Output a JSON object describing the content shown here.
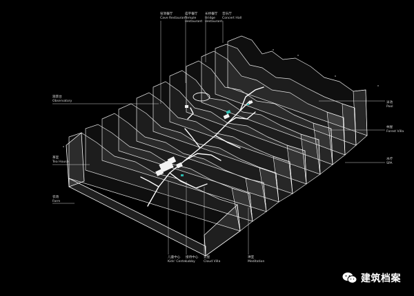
{
  "labels": {
    "cave_restaurant": {
      "zh": "窑洞餐厅",
      "en": "Cave Restaurant"
    },
    "temple_restaurant": {
      "zh": "庙宇餐厅",
      "en1": "Temple",
      "en2": "Restaurant"
    },
    "bridge_restaurant": {
      "zh": "长桥餐厅",
      "en1": "Bridge",
      "en2": "Restaurant"
    },
    "concert_hall": {
      "zh": "音乐厅",
      "en": "Concert Hall"
    },
    "observatory": {
      "zh": "观景台",
      "en": "Observatory"
    },
    "tea_house": {
      "zh": "茶室",
      "en": "Tea House"
    },
    "farm": {
      "zh": "农场",
      "en": "Farm"
    },
    "pool": {
      "zh": "泳池",
      "en": "Pool"
    },
    "forest_villa": {
      "zh": "林屋",
      "en": "Forest Villa"
    },
    "spa": {
      "zh": "水疗",
      "en": "SPA"
    },
    "kids_center": {
      "zh": "儿童中心",
      "en": "Kids' Center"
    },
    "lobby": {
      "zh": "接待中心",
      "en": "Lobby"
    },
    "cloud_villa": {
      "zh": "云屋",
      "en": "Cloud Villa"
    },
    "meditation": {
      "zh": "禅室",
      "en": "Meditation"
    }
  },
  "watermark": {
    "text": "建筑档案",
    "icon": "wechat-icon"
  },
  "colors": {
    "background": "#000000",
    "line": "#ffffff",
    "accent": "#2fd6c8"
  }
}
